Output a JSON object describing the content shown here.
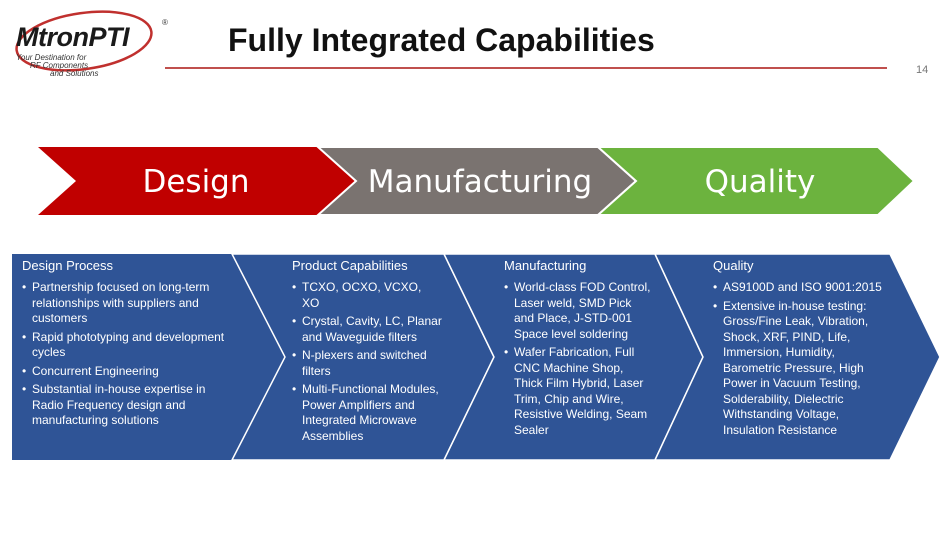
{
  "logo": {
    "brand": "MtronPTI",
    "registered": "®",
    "tagline": [
      "Your Destination for",
      "RF Components",
      "and Solutions"
    ]
  },
  "slide": {
    "title": "Fully Integrated Capabilities",
    "page_number": "14"
  },
  "phases": [
    {
      "label": "Design",
      "color": "#c00000"
    },
    {
      "label": "Manufacturing",
      "color": "#7a7370"
    },
    {
      "label": "Quality",
      "color": "#6cb33e"
    }
  ],
  "columns_color": "#2f5496",
  "columns": [
    {
      "heading": "Design Process",
      "items": [
        "Partnership focused on long-term relationships with suppliers and customers",
        "Rapid phototyping and development cycles",
        "Concurrent Engineering",
        "Substantial in-house expertise in Radio Frequency design and manufacturing solutions"
      ]
    },
    {
      "heading": "Product Capabilities",
      "items": [
        "TCXO, OCXO, VCXO, XO",
        "Crystal, Cavity, LC, Planar and Waveguide filters",
        "N-plexers and switched filters",
        "Multi-Functional Modules, Power Amplifiers and Integrated Microwave Assemblies"
      ]
    },
    {
      "heading": "Manufacturing",
      "items": [
        "World-class FOD Control, Laser weld, SMD Pick and Place, J-STD-001 Space level soldering",
        "Wafer Fabrication, Full CNC Machine Shop, Thick Film Hybrid, Laser Trim, Chip and Wire, Resistive Welding, Seam Sealer"
      ]
    },
    {
      "heading": "Quality",
      "items": [
        "AS9100D and ISO 9001:2015",
        "Extensive in-house testing: Gross/Fine Leak, Vibration, Shock, XRF, PIND, Life, Immersion, Humidity, Barometric Pressure, High Power in Vacuum Testing, Solderability, Dielectric Withstanding Voltage, Insulation Resistance"
      ]
    }
  ]
}
